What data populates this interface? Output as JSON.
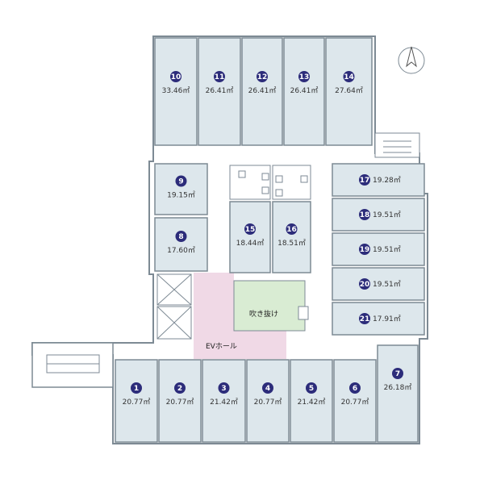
{
  "colors": {
    "room_fill": "#dde7ec",
    "wall": "#7d8a94",
    "badge": "#2c2c7a",
    "ev_hall": "#f0d9e6",
    "atrium": "#d9ecd3"
  },
  "rooms": [
    {
      "id": "10",
      "num": "10",
      "area": "33.46㎡"
    },
    {
      "id": "11",
      "num": "11",
      "area": "26.41㎡"
    },
    {
      "id": "12",
      "num": "12",
      "area": "26.41㎡"
    },
    {
      "id": "13",
      "num": "13",
      "area": "26.41㎡"
    },
    {
      "id": "14",
      "num": "14",
      "area": "27.64㎡"
    },
    {
      "id": "9",
      "num": "9",
      "area": "19.15㎡"
    },
    {
      "id": "8",
      "num": "8",
      "area": "17.60㎡"
    },
    {
      "id": "15",
      "num": "15",
      "area": "18.44㎡"
    },
    {
      "id": "16",
      "num": "16",
      "area": "18.51㎡"
    },
    {
      "id": "17",
      "num": "17",
      "area": "19.28㎡"
    },
    {
      "id": "18",
      "num": "18",
      "area": "19.51㎡"
    },
    {
      "id": "19",
      "num": "19",
      "area": "19.51㎡"
    },
    {
      "id": "20",
      "num": "20",
      "area": "19.51㎡"
    },
    {
      "id": "21",
      "num": "21",
      "area": "17.91㎡"
    },
    {
      "id": "1",
      "num": "1",
      "area": "20.77㎡"
    },
    {
      "id": "2",
      "num": "2",
      "area": "20.77㎡"
    },
    {
      "id": "3",
      "num": "3",
      "area": "21.42㎡"
    },
    {
      "id": "4",
      "num": "4",
      "area": "20.77㎡"
    },
    {
      "id": "5",
      "num": "5",
      "area": "21.42㎡"
    },
    {
      "id": "6",
      "num": "6",
      "area": "20.77㎡"
    },
    {
      "id": "7",
      "num": "7",
      "area": "26.18㎡"
    }
  ],
  "labels": {
    "atrium": "吹き抜け",
    "ev_hall": "EVホール"
  }
}
